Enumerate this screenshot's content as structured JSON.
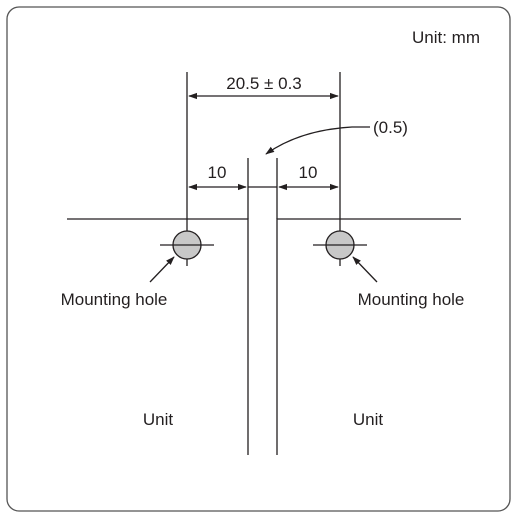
{
  "unit_label": "Unit: mm",
  "dimensions": {
    "overall": "20.5 ± 0.3",
    "gap": "(0.5)",
    "left_offset": "10",
    "right_offset": "10"
  },
  "labels": {
    "left_hole": "Mounting hole",
    "right_hole": "Mounting hole",
    "left_unit": "Unit",
    "right_unit": "Unit"
  },
  "colors": {
    "line": "#231f20",
    "hole_fill": "#c8c8c8",
    "frame": "#555555"
  }
}
